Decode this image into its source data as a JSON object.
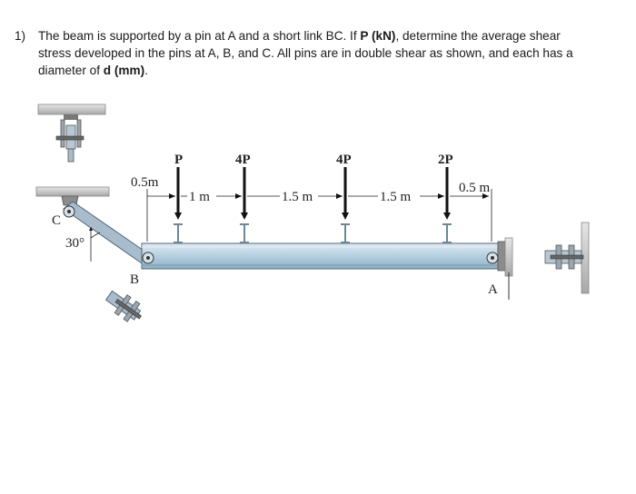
{
  "problem": {
    "number": "1)",
    "text_1": "The beam is supported by a pin at A and a short link BC. If ",
    "bold_p": "P (kN)",
    "text_2": ", determine the average shear stress developed in the pins at A, B, and C. All pins are in double shear as shown, and each has a diameter of ",
    "bold_d": "d (mm)",
    "text_3": "."
  },
  "figure": {
    "loads": [
      "P",
      "4P",
      "4P",
      "2P"
    ],
    "dimensions": [
      "0.5m",
      "1 m",
      "1.5 m",
      "1.5 m",
      "0.5 m"
    ],
    "angle": "30°",
    "points": {
      "a": "A",
      "b": "B",
      "c": "C"
    },
    "colors": {
      "beam": "#b9d2e2",
      "beam_edge": "#5f8397",
      "link": "#a9bccc",
      "wall": "#c9c9c9",
      "arrow": "#111111"
    }
  }
}
